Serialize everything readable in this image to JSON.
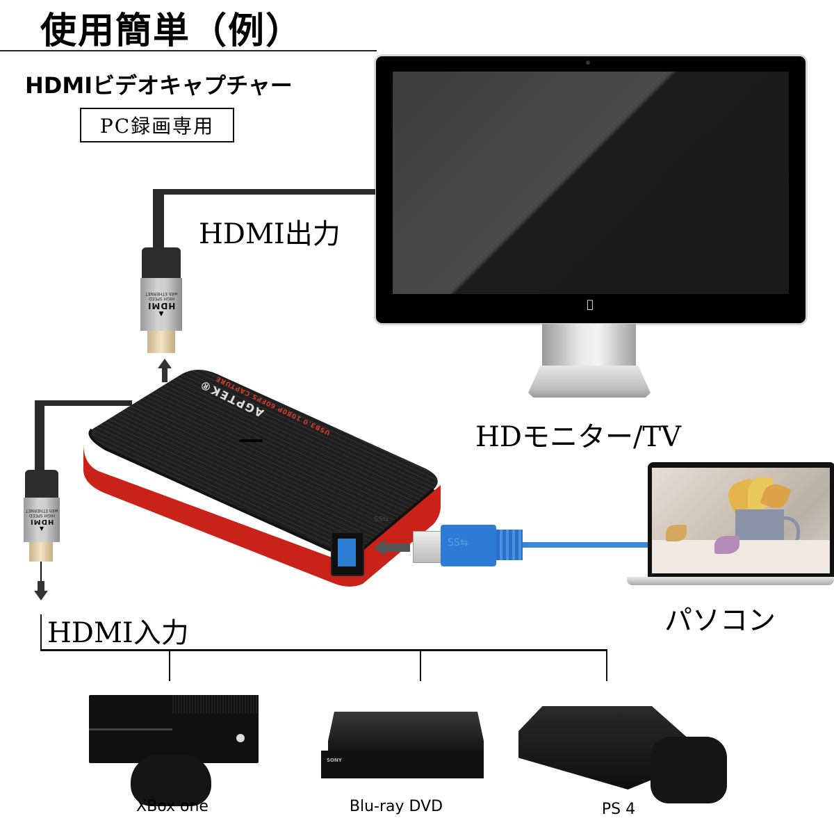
{
  "header": {
    "title": "使用簡単（例）",
    "subtitle": "HDMIビデオキャプチャー",
    "badge": "PC録画専用"
  },
  "labels": {
    "hdmi_output": "HDMI出力",
    "hdmi_input": "HDMI入力",
    "monitor": "HDモニター/TV",
    "pc": "パソコン"
  },
  "capture_device": {
    "brand": "AGPTEK®",
    "model_text": "USB3.0 1080P 60FPS CAPTURE",
    "usb_symbol": "SS⇆",
    "colors": {
      "top": "#1e1e1e",
      "side": "#d42a20",
      "usb_port": "#2d7fd6"
    }
  },
  "hdmi_plug": {
    "line1": "HIGH SPEED",
    "line2": "with ETHERNET",
    "logo": "HDMI",
    "marker": "▼"
  },
  "usb_cable": {
    "label": "SS⇆",
    "color": "#2e7bd6"
  },
  "monitor": {
    "logo_icon": "apple-logo"
  },
  "sources": [
    {
      "label": "XBox one"
    },
    {
      "label": "Blu-ray DVD",
      "brand": "SONY"
    },
    {
      "label": "PS 4"
    }
  ]
}
